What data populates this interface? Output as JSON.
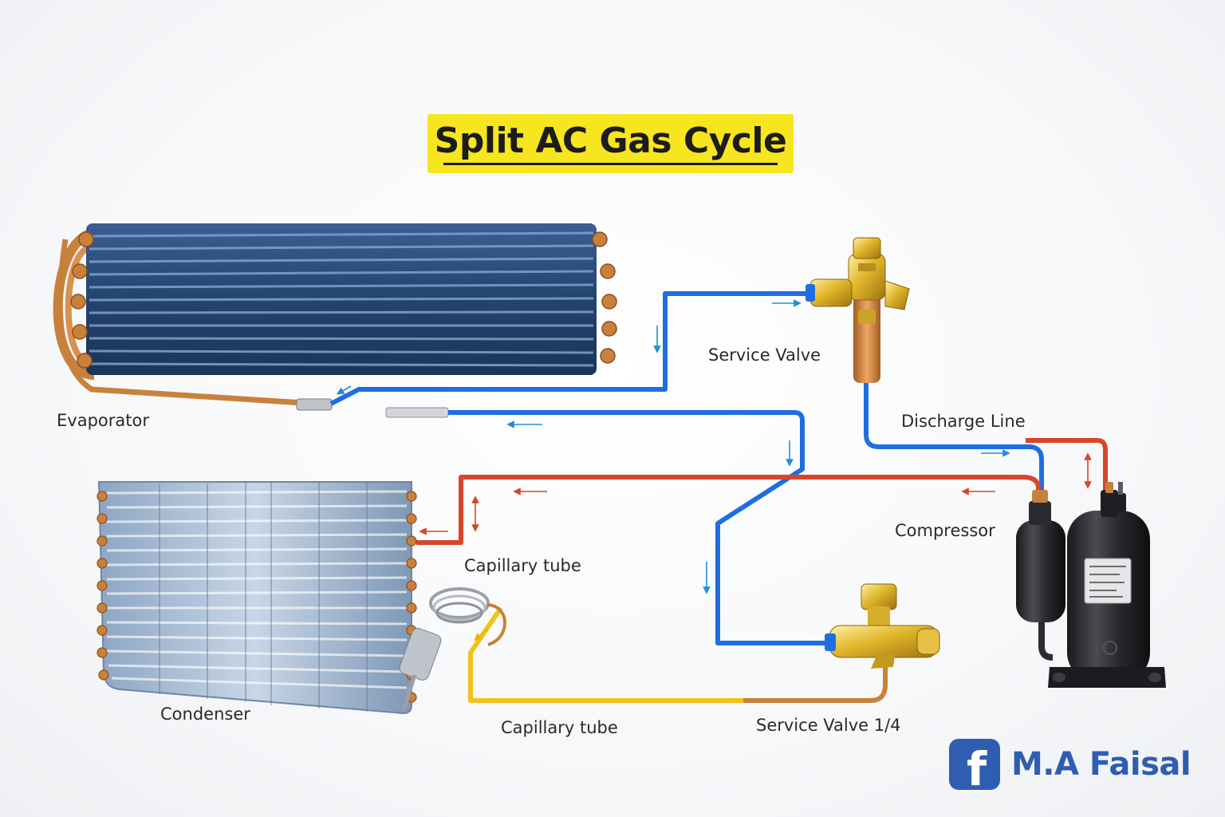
{
  "title": "Split AC Gas Cycle",
  "labels": {
    "evaporator": "Evaporator",
    "service_valve": "Service Valve",
    "discharge_line": "Discharge Line",
    "compressor": "Compressor",
    "capillary_tube_upper": "Capillary tube",
    "condenser": "Condenser",
    "capillary_tube_lower": "Capillary tube",
    "service_valve_quarter": "Service Valve 1/4"
  },
  "brand": {
    "icon": "facebook-icon",
    "name": "M.A Faisal",
    "color": "#2f5db0"
  },
  "colors": {
    "title_background": "#f7e51f",
    "suction_line": "#1f6ee0",
    "hot_line": "#d8452a",
    "liquid_line": "#f1c21b",
    "copper": "#c8813d"
  }
}
